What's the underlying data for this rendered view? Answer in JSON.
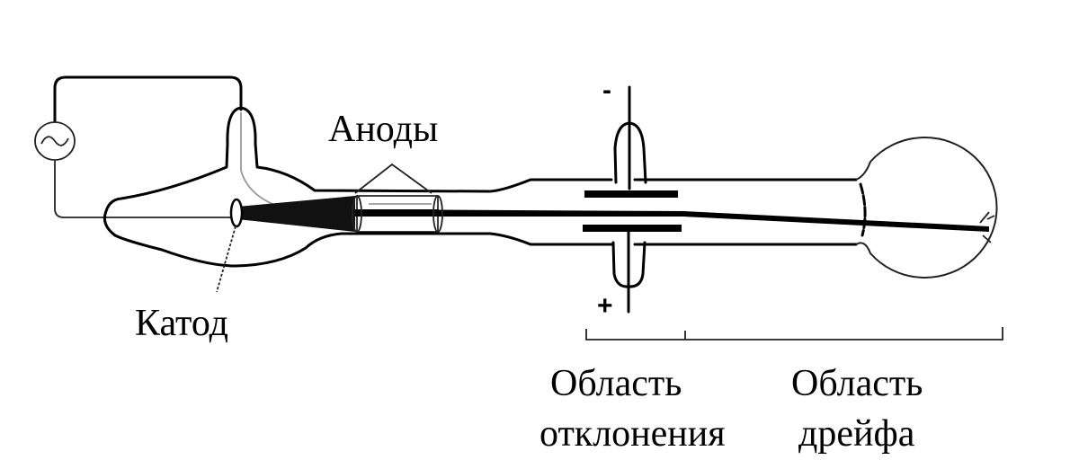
{
  "diagram": {
    "labels": {
      "anodes": "Аноды",
      "cathode": "Катод",
      "deflection_region_line1": "Область",
      "deflection_region_line2": "отклонения",
      "drift_region_line1": "Область",
      "drift_region_line2": "дрейфа",
      "minus_sign": "-",
      "plus_sign": "+"
    },
    "icons": {
      "ac_source": "ac-source-icon"
    }
  }
}
